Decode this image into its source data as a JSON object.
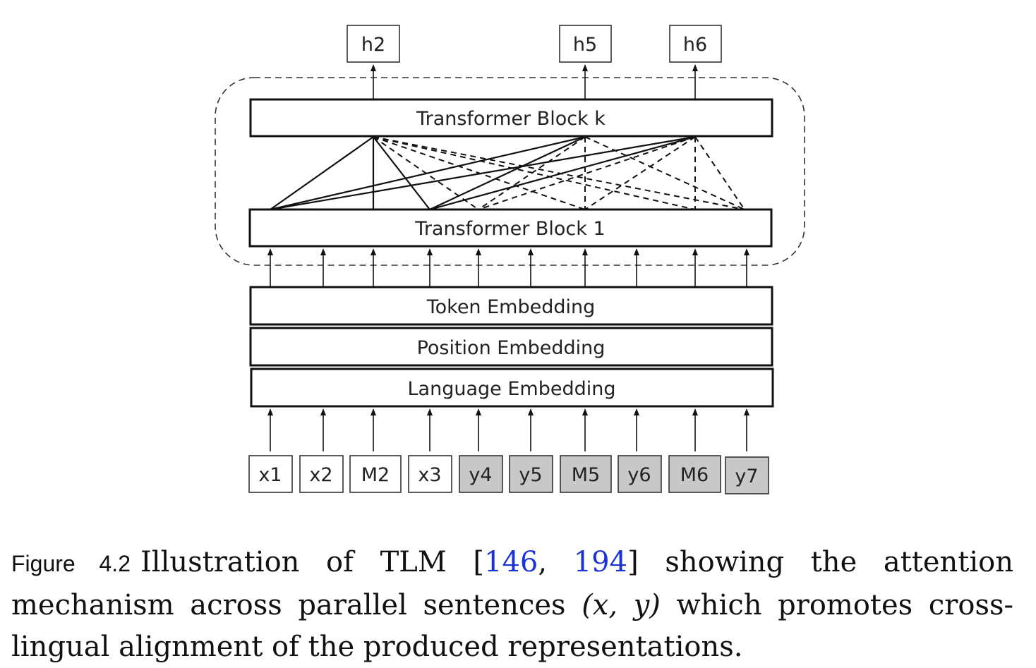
{
  "diagram": {
    "outputs": [
      "h2",
      "h5",
      "h6"
    ],
    "blocks": {
      "top": "Transformer Block k",
      "bottom": "Transformer Block 1"
    },
    "embeddings": [
      "Token Embedding",
      "Position Embedding",
      "Language Embedding"
    ],
    "tokens": [
      {
        "label": "x1",
        "shaded": false
      },
      {
        "label": "x2",
        "shaded": false
      },
      {
        "label": "M2",
        "shaded": false
      },
      {
        "label": "x3",
        "shaded": false
      },
      {
        "label": "y4",
        "shaded": true
      },
      {
        "label": "y5",
        "shaded": true
      },
      {
        "label": "M5",
        "shaded": true
      },
      {
        "label": "y6",
        "shaded": true
      },
      {
        "label": "M6",
        "shaded": true
      },
      {
        "label": "y7",
        "shaded": true
      }
    ],
    "colors": {
      "shaded_token": "#c8c8c8",
      "line": "#111111"
    }
  },
  "caption": {
    "label": "Figure 4.2",
    "text_before": "Illustration of TLM [",
    "cite1": "146",
    "sep": ", ",
    "cite2": "194",
    "text_mid": "] showing the attention mechanism across parallel sentences ",
    "math": "(x, y)",
    "text_after": " which promotes cross-lingual alignment of the produced representations.",
    "link_color": "#1a33d6"
  }
}
